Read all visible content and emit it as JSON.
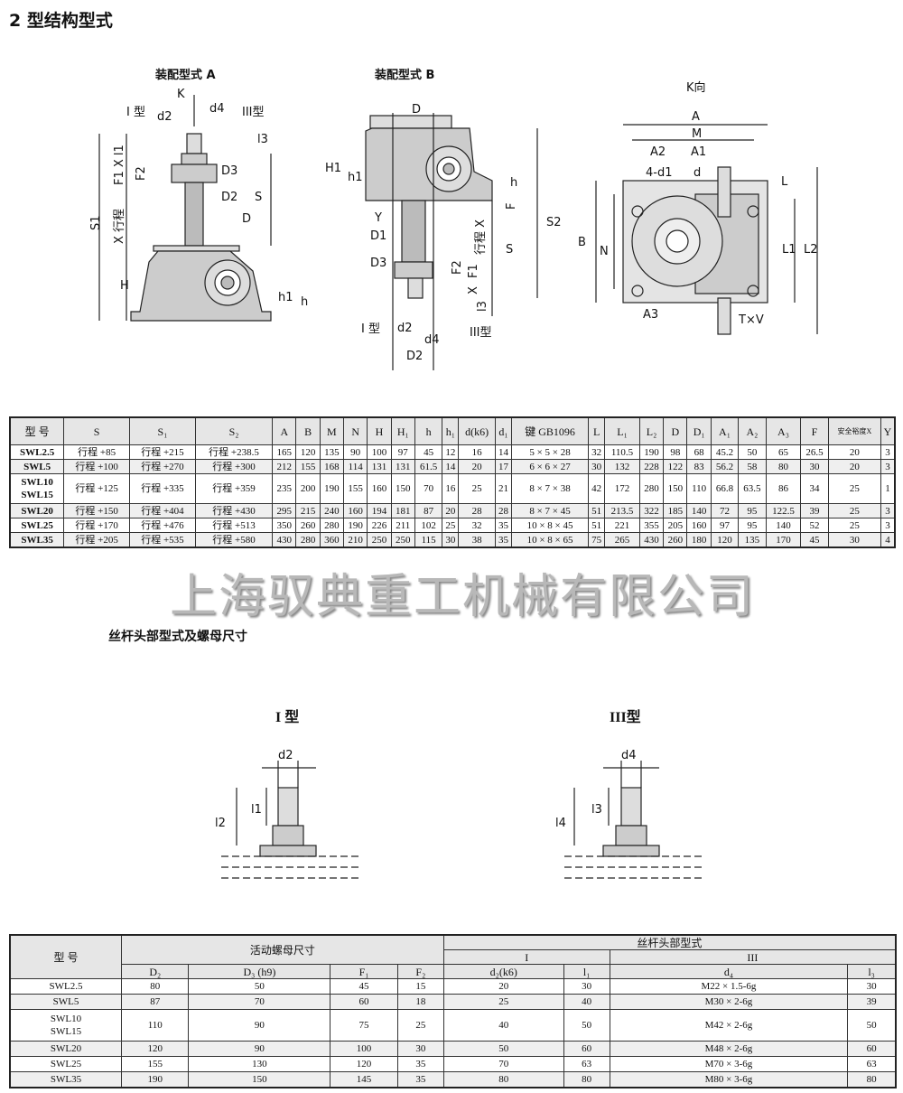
{
  "title": "2 型结构型式",
  "drawings": {
    "a_title": "装配型式 A",
    "b_title": "装配型式 B",
    "k_title": "K向",
    "a_labels": [
      "K",
      "I 型",
      "d2",
      "d4",
      "III型",
      "l3",
      "F1 X l1",
      "F2",
      "D3",
      "D2",
      "S",
      "D",
      "S1",
      "X 行程",
      "H",
      "h1",
      "h"
    ],
    "b_labels": [
      "D",
      "H1",
      "h1",
      "h",
      "F",
      "Y",
      "D1",
      "D3",
      "S2",
      "S",
      "行程 X",
      "F2",
      "F1",
      "X",
      "l3",
      "I 型",
      "d2",
      "d4",
      "III型",
      "D2"
    ],
    "k_labels": [
      "A",
      "M",
      "A2",
      "A1",
      "4-d1",
      "d",
      "L",
      "B",
      "N",
      "L1",
      "L2",
      "A3",
      "T×V"
    ]
  },
  "table1": {
    "headers": [
      "型 号",
      "S",
      "S₁",
      "S₂",
      "A",
      "B",
      "M",
      "N",
      "H",
      "H₁",
      "h",
      "h₁",
      "d(k6)",
      "d₁",
      "键 GB1096",
      "L",
      "L₁",
      "L₂",
      "D",
      "D₁",
      "A₁",
      "A₂",
      "A₃",
      "F",
      "安全裕度X",
      "Y"
    ],
    "rows": [
      [
        "SWL2.5",
        "行程 +85",
        "行程 +215",
        "行程 +238.5",
        "165",
        "120",
        "135",
        "90",
        "100",
        "97",
        "45",
        "12",
        "16",
        "14",
        "5 × 5 × 28",
        "32",
        "110.5",
        "190",
        "98",
        "68",
        "45.2",
        "50",
        "65",
        "26.5",
        "20",
        "3"
      ],
      [
        "SWL5",
        "行程 +100",
        "行程 +270",
        "行程 +300",
        "212",
        "155",
        "168",
        "114",
        "131",
        "131",
        "61.5",
        "14",
        "20",
        "17",
        "6 × 6 × 27",
        "30",
        "132",
        "228",
        "122",
        "83",
        "56.2",
        "58",
        "80",
        "30",
        "20",
        "3"
      ],
      [
        "SWL10 / SWL15",
        "行程 +125",
        "行程 +335",
        "行程 +359",
        "235",
        "200",
        "190",
        "155",
        "160",
        "150",
        "70",
        "16",
        "25",
        "21",
        "8 × 7 × 38",
        "42",
        "172",
        "280",
        "150",
        "110",
        "66.8",
        "63.5",
        "86",
        "34",
        "25",
        "1"
      ],
      [
        "SWL20",
        "行程 +150",
        "行程 +404",
        "行程 +430",
        "295",
        "215",
        "240",
        "160",
        "194",
        "181",
        "87",
        "20",
        "28",
        "28",
        "8 × 7 × 45",
        "51",
        "213.5",
        "322",
        "185",
        "140",
        "72",
        "95",
        "122.5",
        "39",
        "25",
        "3"
      ],
      [
        "SWL25",
        "行程 +170",
        "行程 +476",
        "行程 +513",
        "350",
        "260",
        "280",
        "190",
        "226",
        "211",
        "102",
        "25",
        "32",
        "35",
        "10 × 8 × 45",
        "51",
        "221",
        "355",
        "205",
        "160",
        "97",
        "95",
        "140",
        "52",
        "25",
        "3"
      ],
      [
        "SWL35",
        "行程 +205",
        "行程 +535",
        "行程 +580",
        "430",
        "280",
        "360",
        "210",
        "250",
        "250",
        "115",
        "30",
        "38",
        "35",
        "10 × 8 × 65",
        "75",
        "265",
        "430",
        "260",
        "180",
        "120",
        "135",
        "170",
        "45",
        "30",
        "4"
      ]
    ]
  },
  "watermark": "上海驭典重工机械有限公司",
  "section2": {
    "title": "丝杆头部型式及螺母尺寸",
    "type1": "I 型",
    "type3": "III型",
    "t1_labels": [
      "d2",
      "l1",
      "l2"
    ],
    "t3_labels": [
      "d4",
      "l3",
      "l4"
    ]
  },
  "table2": {
    "model_header": "型 号",
    "nut_header": "活动螺母尺寸",
    "head_header": "丝杆头部型式",
    "sub_I": "I",
    "sub_III": "III",
    "cols": [
      "D₂",
      "D₃ (h9)",
      "F₁",
      "F₂",
      "d₂(k6)",
      "l₁",
      "d₄",
      "l₃"
    ],
    "rows": [
      [
        "SWL2.5",
        "80",
        "50",
        "45",
        "15",
        "20",
        "30",
        "M22 × 1.5-6g",
        "30"
      ],
      [
        "SWL5",
        "87",
        "70",
        "60",
        "18",
        "25",
        "40",
        "M30 × 2-6g",
        "39"
      ],
      [
        "SWL10 / SWL15",
        "110",
        "90",
        "75",
        "25",
        "40",
        "50",
        "M42 × 2-6g",
        "50"
      ],
      [
        "SWL20",
        "120",
        "90",
        "100",
        "30",
        "50",
        "60",
        "M48 × 2-6g",
        "60"
      ],
      [
        "SWL25",
        "155",
        "130",
        "120",
        "35",
        "70",
        "63",
        "M70 × 3-6g",
        "63"
      ],
      [
        "SWL35",
        "190",
        "150",
        "145",
        "35",
        "80",
        "80",
        "M80 × 3-6g",
        "80"
      ]
    ]
  }
}
